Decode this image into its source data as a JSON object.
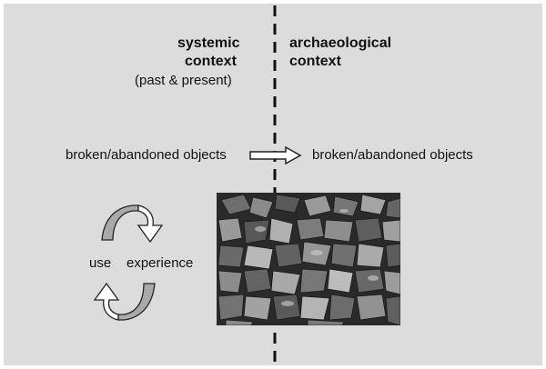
{
  "left": {
    "title_line1": "systemic",
    "title_line2": "context",
    "subtitle": "(past & present)",
    "objects_label": "broken/abandoned objects"
  },
  "right": {
    "title_line1": "archaeological",
    "title_line2": "context",
    "objects_label": "broken/abandoned objects"
  },
  "cycle": {
    "use_label": "use",
    "experience_label": "experience"
  },
  "colors": {
    "panel": "#dcdcdc",
    "divider": "#111111",
    "arrow_gray": "#a9a9a9",
    "arrow_white": "#ffffff"
  },
  "icons": {
    "transfer": "right-arrow-icon",
    "cycle_top": "curved-arrow-icon",
    "cycle_bottom": "curved-arrow-icon"
  }
}
